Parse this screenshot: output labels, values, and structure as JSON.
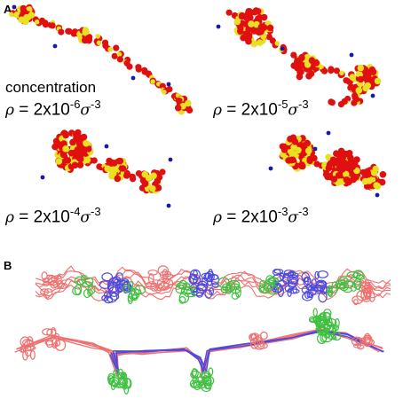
{
  "panels": {
    "a": {
      "label": "A",
      "concentration_label": "concentration",
      "items": [
        {
          "rho": "ρ",
          "eq": "= 2x10",
          "exp": "-6",
          "sigma": "σ",
          "exp2": "-3"
        },
        {
          "rho": "ρ",
          "eq": "= 2x10",
          "exp": "-5",
          "sigma": "σ",
          "exp2": "-3"
        },
        {
          "rho": "ρ",
          "eq": "= 2x10",
          "exp": "-4",
          "sigma": "σ",
          "exp2": "-3"
        },
        {
          "rho": "ρ",
          "eq": "= 2x10",
          "exp": "-3",
          "sigma": "σ",
          "exp2": "-3"
        }
      ]
    },
    "b": {
      "label": "B"
    }
  },
  "colors": {
    "bead_red": "#e01010",
    "bead_yellow": "#e8e020",
    "bead_blue": "#1a1aa0",
    "chain_red": "#f07070",
    "chain_blue": "#4a4ae0",
    "chain_green": "#40c040"
  }
}
